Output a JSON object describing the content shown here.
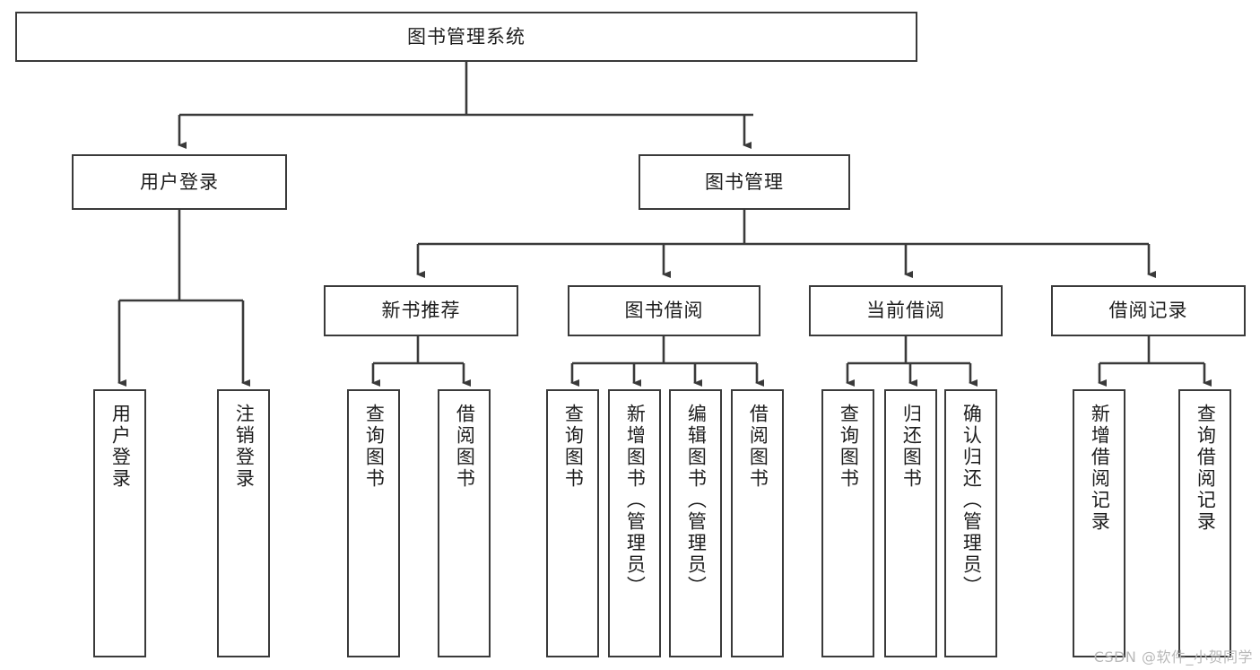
{
  "diagram": {
    "type": "tree",
    "title": "图书管理系统",
    "root": {
      "label": "图书管理系统"
    },
    "level2": [
      {
        "label": "用户登录"
      },
      {
        "label": "图书管理"
      }
    ],
    "level3": [
      {
        "label": "新书推荐"
      },
      {
        "label": "图书借阅"
      },
      {
        "label": "当前借阅"
      },
      {
        "label": "借阅记录"
      }
    ],
    "leaves": {
      "user_login": [
        {
          "label": "用户登录"
        },
        {
          "label": "注销登录"
        }
      ],
      "new_book_recommend": [
        {
          "label": "查询图书"
        },
        {
          "label": "借阅图书"
        }
      ],
      "book_borrow": [
        {
          "label": "查询图书"
        },
        {
          "label": "新增图书（管理员）"
        },
        {
          "label": "编辑图书（管理员）"
        },
        {
          "label": "借阅图书"
        }
      ],
      "current_borrow": [
        {
          "label": "查询图书"
        },
        {
          "label": "归还图书"
        },
        {
          "label": "确认归还（管理员）"
        }
      ],
      "borrow_record": [
        {
          "label": "新增借阅记录"
        },
        {
          "label": "查询借阅记录"
        }
      ]
    }
  },
  "watermark": {
    "text": "CSDN @软件_小贺同学"
  },
  "colors": {
    "stroke": "#3a3a3a",
    "background": "#ffffff",
    "text": "#1d1d1d",
    "watermark": "#b9b9b9"
  }
}
